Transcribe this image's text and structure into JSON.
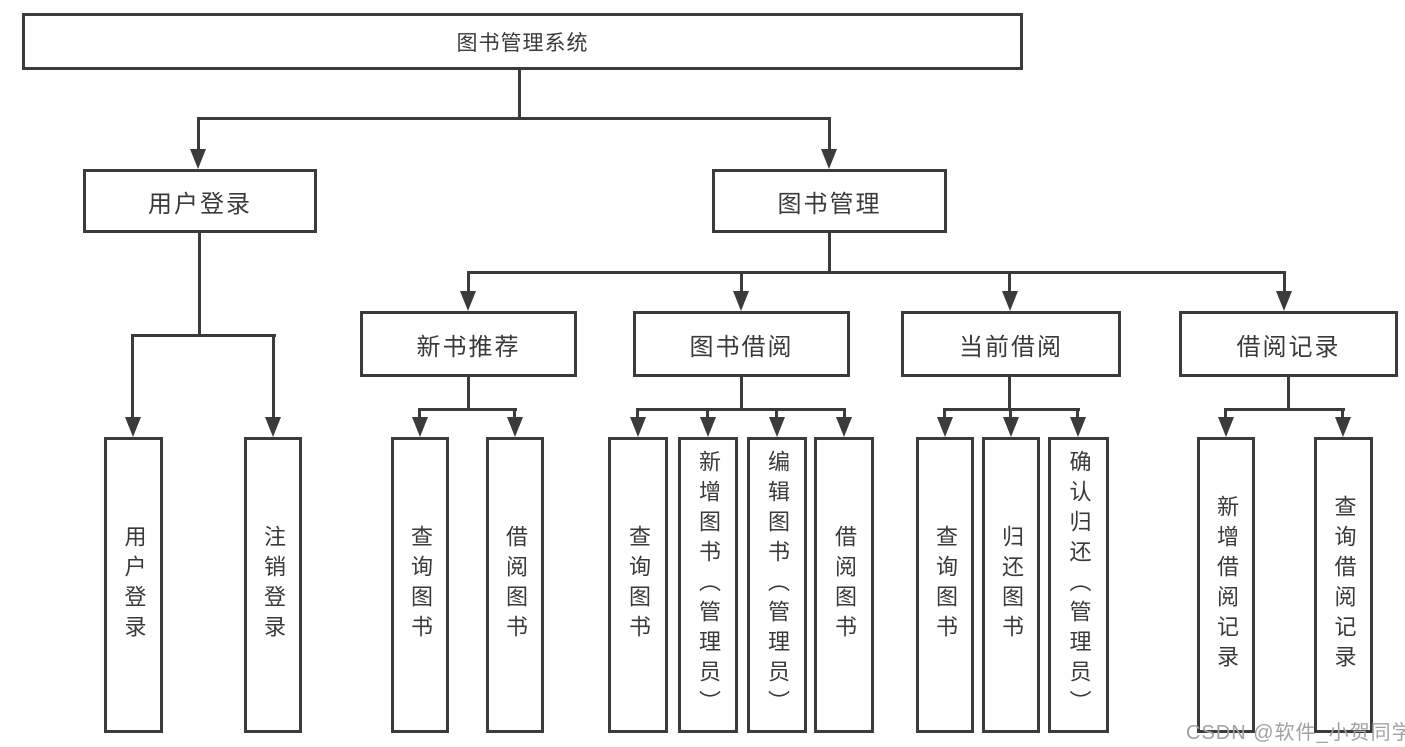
{
  "diagram": {
    "root": {
      "label": "图书管理系统"
    },
    "branches": [
      {
        "label": "用户登录",
        "children": [
          {
            "label": "用户登录"
          },
          {
            "label": "注销登录"
          }
        ]
      },
      {
        "label": "图书管理",
        "children": [
          {
            "label": "新书推荐",
            "children": [
              {
                "label": "查询图书"
              },
              {
                "label": "借阅图书"
              }
            ]
          },
          {
            "label": "图书借阅",
            "children": [
              {
                "label": "查询图书"
              },
              {
                "label": "新增图书（管理员）"
              },
              {
                "label": "编辑图书（管理员）"
              },
              {
                "label": "借阅图书"
              }
            ]
          },
          {
            "label": "当前借阅",
            "children": [
              {
                "label": "查询图书"
              },
              {
                "label": "归还图书"
              },
              {
                "label": "确认归还（管理员）"
              }
            ]
          },
          {
            "label": "借阅记录",
            "children": [
              {
                "label": "新增借阅记录"
              },
              {
                "label": "查询借阅记录"
              }
            ]
          }
        ]
      }
    ]
  },
  "watermark": {
    "text": "CSDN @软件_小贺同学"
  },
  "colors": {
    "line": "#3b3b3b",
    "text": "#3a3a3a",
    "watermark": "#a2a2a2",
    "background": "#ffffff"
  }
}
